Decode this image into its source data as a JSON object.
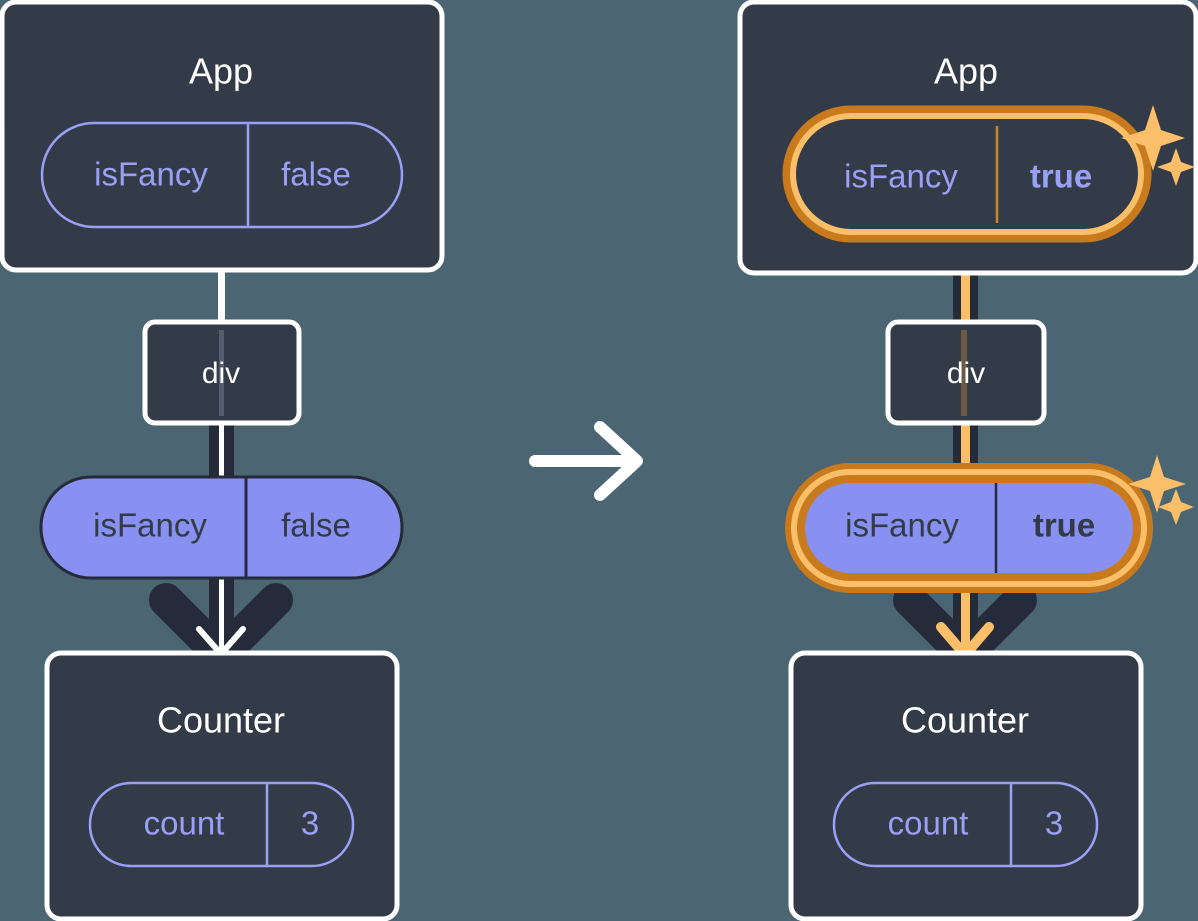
{
  "meta": {
    "kind": "react-state-tree-diagram",
    "panel_count": 2
  },
  "colors": {
    "background": "#4c6573",
    "node_fill": "#343b48",
    "node_stroke": "#ffffff",
    "pill_purple": "#8891f2",
    "pill_outline_stroke": "#99a0f5",
    "pill_outline_text": "#99a0f5",
    "dark_text": "#343b48",
    "edge_dark": "#252b38",
    "edge_white": "#ffffff",
    "highlight_outer": "#c97a1d",
    "highlight_inner": "#fabf68",
    "arrow_orange": "#fabf68",
    "sparkle": "#fabf68"
  },
  "transition_arrow": {
    "icon": "arrow-right-icon",
    "direction": "right"
  },
  "panels": [
    {
      "id": "before",
      "side": "left",
      "highlighted": false,
      "app": {
        "title": "App",
        "state_pill": {
          "key": "isFancy",
          "value": "false",
          "style": "outline",
          "highlighted": false,
          "value_bold": false
        }
      },
      "div": {
        "label": "div"
      },
      "prop_pill": {
        "key": "isFancy",
        "value": "false",
        "style": "solid",
        "highlighted": false,
        "value_bold": false
      },
      "counter": {
        "title": "Counter",
        "state_pill": {
          "key": "count",
          "value": "3",
          "style": "outline",
          "highlighted": false,
          "value_bold": false
        }
      },
      "edges": {
        "app_to_div": "white",
        "div_to_prop": "dark-white",
        "prop_to_counter": "dark-white-arrow"
      },
      "sparkles": false
    },
    {
      "id": "after",
      "side": "right",
      "highlighted": true,
      "app": {
        "title": "App",
        "state_pill": {
          "key": "isFancy",
          "value": "true",
          "style": "outline",
          "highlighted": true,
          "value_bold": true
        }
      },
      "div": {
        "label": "div"
      },
      "prop_pill": {
        "key": "isFancy",
        "value": "true",
        "style": "solid",
        "highlighted": true,
        "value_bold": true
      },
      "counter": {
        "title": "Counter",
        "state_pill": {
          "key": "count",
          "value": "3",
          "style": "outline",
          "highlighted": false,
          "value_bold": false
        }
      },
      "edges": {
        "app_to_div": "dark-orange",
        "div_to_prop": "dark-orange",
        "prop_to_counter": "dark-orange-arrow"
      },
      "sparkles": true
    }
  ]
}
